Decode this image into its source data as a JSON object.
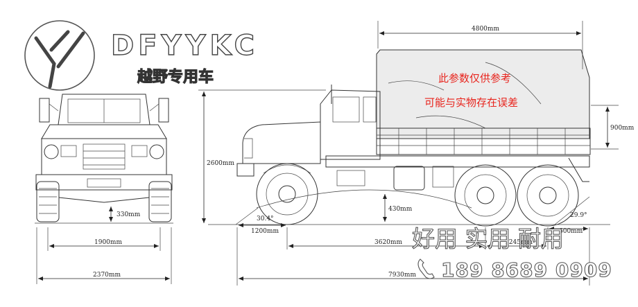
{
  "brand": {
    "name": "DFYYKC",
    "subtitle": "越野专用车"
  },
  "notes": {
    "line1": "此参数仅供参考",
    "line2": "可能与实物存在误差"
  },
  "slogan": "好用 实用 耐用",
  "phone": "189 8689 0909",
  "dimensions": {
    "cargo_length": "4800mm",
    "cargo_height": "900mm",
    "overall_height": "2600mm",
    "ground_clearance_front": "330mm",
    "ground_clearance_side": "430mm",
    "track": "1900mm",
    "overall_width": "2370mm",
    "front_overhang": "1200mm",
    "wheelbase_1": "3620mm",
    "wheelbase_2": "1245mm",
    "rear_overhang": "600mm",
    "overall_length": "7930mm",
    "approach_angle": "30.4°",
    "departure_angle": "29.9°"
  }
}
